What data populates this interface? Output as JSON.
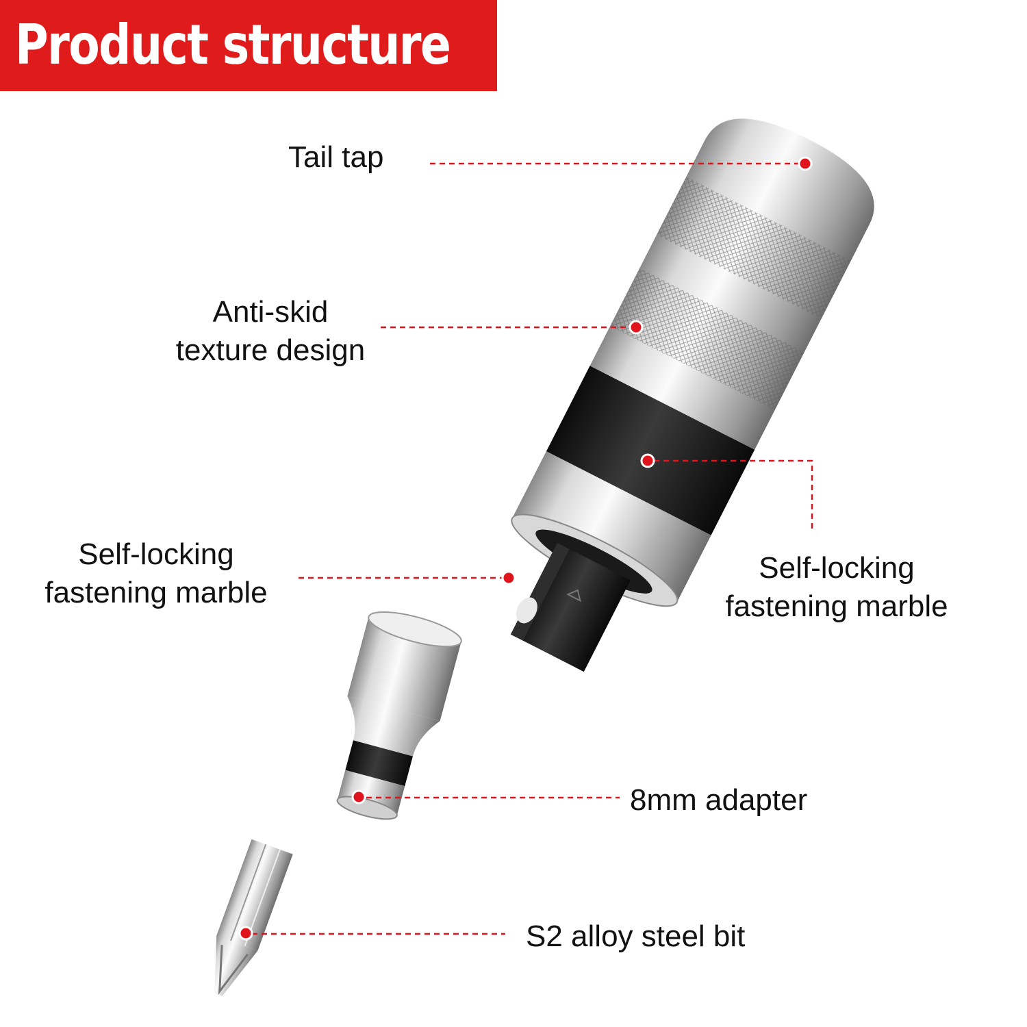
{
  "banner": {
    "title": "Product structure"
  },
  "callouts": [
    {
      "id": "tail-tap",
      "lines": [
        "Tail tap"
      ]
    },
    {
      "id": "anti-skid",
      "lines": [
        "Anti-skid",
        "texture design"
      ]
    },
    {
      "id": "marble-left",
      "lines": [
        "Self-locking",
        "fastening marble"
      ]
    },
    {
      "id": "marble-right",
      "lines": [
        "Self-locking",
        "fastening marble"
      ]
    },
    {
      "id": "adapter",
      "lines": [
        "8mm adapter"
      ]
    },
    {
      "id": "bit",
      "lines": [
        "S2 alloy steel bit"
      ]
    }
  ],
  "colors": {
    "banner": "#e01b1b",
    "leader": "#e0141c",
    "marker": "#e0141c",
    "steel_light": "#f4f4f4",
    "steel_mid": "#bdbdbd",
    "steel_dark": "#7a7a7a",
    "black_ring": "#141414"
  }
}
